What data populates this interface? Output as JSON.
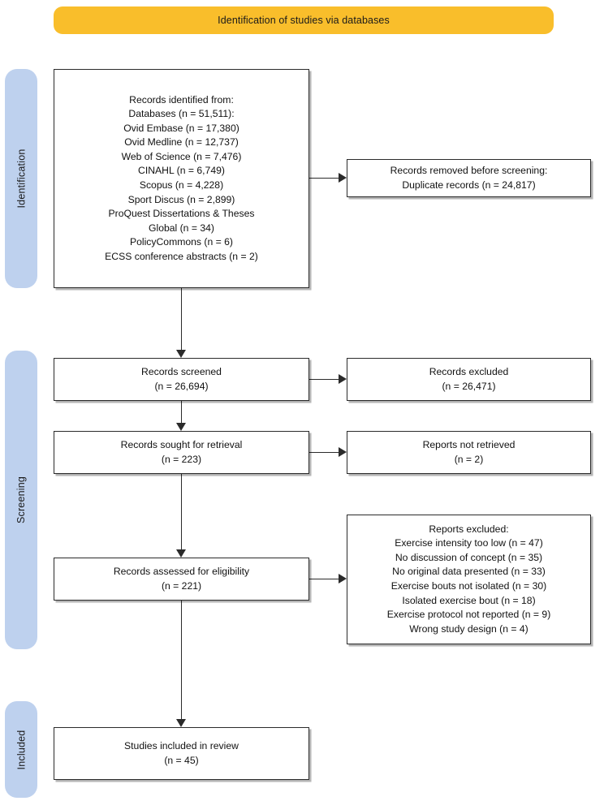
{
  "header": {
    "title": "Identification of studies via databases"
  },
  "stages": [
    {
      "id": "identification",
      "label": "Identification"
    },
    {
      "id": "screening",
      "label": "Screening"
    },
    {
      "id": "included",
      "label": "Included"
    }
  ],
  "boxes": {
    "identified": {
      "text": "Records identified from:\nDatabases (n = 51,511):\nOvid Embase (n = 17,380)\nOvid Medline (n = 12,737)\nWeb of Science (n = 7,476)\nCINAHL (n = 6,749)\nScopus (n = 4,228)\nSport Discus (n = 2,899)\nProQuest Dissertations & Theses\nGlobal (n = 34)\nPolicyCommons (n = 6)\nECSS conference abstracts (n = 2)"
    },
    "duplicates": {
      "text": "Records removed before screening:\nDuplicate records (n = 24,817)"
    },
    "screened": {
      "text": "Records screened\n(n = 26,694)"
    },
    "excluded": {
      "text": "Records excluded\n(n = 26,471)"
    },
    "sought": {
      "text": "Records sought for retrieval\n(n = 223)"
    },
    "not_retrieved": {
      "text": "Reports not retrieved\n(n = 2)"
    },
    "assessed": {
      "text": "Records assessed for eligibility\n(n = 221)"
    },
    "reports_excluded": {
      "text": "Reports excluded:\nExercise intensity too low (n = 47)\nNo discussion of concept (n = 35)\nNo original data presented (n = 33)\nExercise bouts not isolated (n = 30)\nIsolated exercise bout (n = 18)\nExercise protocol not reported (n = 9)\nWrong study design (n = 4)"
    },
    "included": {
      "text": "Studies included in review\n(n = 45)"
    }
  },
  "chart_data": {
    "type": "diagram",
    "title": "Identification of studies via databases",
    "diagram_kind": "PRISMA flow diagram",
    "stages": [
      "Identification",
      "Screening",
      "Included"
    ],
    "nodes": [
      {
        "id": "identified",
        "stage": "Identification",
        "label": "Records identified from",
        "total": 51511,
        "sources": [
          {
            "name": "Databases",
            "n": 51511
          },
          {
            "name": "Ovid Embase",
            "n": 17380
          },
          {
            "name": "Ovid Medline",
            "n": 12737
          },
          {
            "name": "Web of Science",
            "n": 7476
          },
          {
            "name": "CINAHL",
            "n": 6749
          },
          {
            "name": "Scopus",
            "n": 4228
          },
          {
            "name": "Sport Discus",
            "n": 2899
          },
          {
            "name": "ProQuest Dissertations & Theses Global",
            "n": 34
          },
          {
            "name": "PolicyCommons",
            "n": 6
          },
          {
            "name": "ECSS conference abstracts",
            "n": 2
          }
        ]
      },
      {
        "id": "duplicates",
        "stage": "Identification",
        "label": "Records removed before screening: Duplicate records",
        "n": 24817
      },
      {
        "id": "screened",
        "stage": "Screening",
        "label": "Records screened",
        "n": 26694
      },
      {
        "id": "excluded",
        "stage": "Screening",
        "label": "Records excluded",
        "n": 26471
      },
      {
        "id": "sought",
        "stage": "Screening",
        "label": "Records sought for retrieval",
        "n": 223
      },
      {
        "id": "not_retrieved",
        "stage": "Screening",
        "label": "Reports not retrieved",
        "n": 2
      },
      {
        "id": "assessed",
        "stage": "Screening",
        "label": "Records assessed for eligibility",
        "n": 221
      },
      {
        "id": "reports_excluded",
        "stage": "Screening",
        "label": "Reports excluded",
        "reasons": [
          {
            "reason": "Exercise intensity too low",
            "n": 47
          },
          {
            "reason": "No discussion of concept",
            "n": 35
          },
          {
            "reason": "No original data presented",
            "n": 33
          },
          {
            "reason": "Exercise bouts not isolated",
            "n": 30
          },
          {
            "reason": "Isolated exercise bout",
            "n": 18
          },
          {
            "reason": "Exercise protocol not reported",
            "n": 9
          },
          {
            "reason": "Wrong study design",
            "n": 4
          }
        ]
      },
      {
        "id": "included",
        "stage": "Included",
        "label": "Studies included in review",
        "n": 45
      }
    ],
    "edges": [
      {
        "from": "identified",
        "to": "duplicates",
        "direction": "right"
      },
      {
        "from": "identified",
        "to": "screened",
        "direction": "down"
      },
      {
        "from": "screened",
        "to": "excluded",
        "direction": "right"
      },
      {
        "from": "screened",
        "to": "sought",
        "direction": "down"
      },
      {
        "from": "sought",
        "to": "not_retrieved",
        "direction": "right"
      },
      {
        "from": "sought",
        "to": "assessed",
        "direction": "down"
      },
      {
        "from": "assessed",
        "to": "reports_excluded",
        "direction": "right"
      },
      {
        "from": "assessed",
        "to": "included",
        "direction": "down"
      }
    ],
    "colors": {
      "header_banner": "#F9BE2B",
      "stage_pill": "#BED1EE",
      "box_border": "#2B2B2B",
      "background": "#FFFFFF"
    }
  }
}
